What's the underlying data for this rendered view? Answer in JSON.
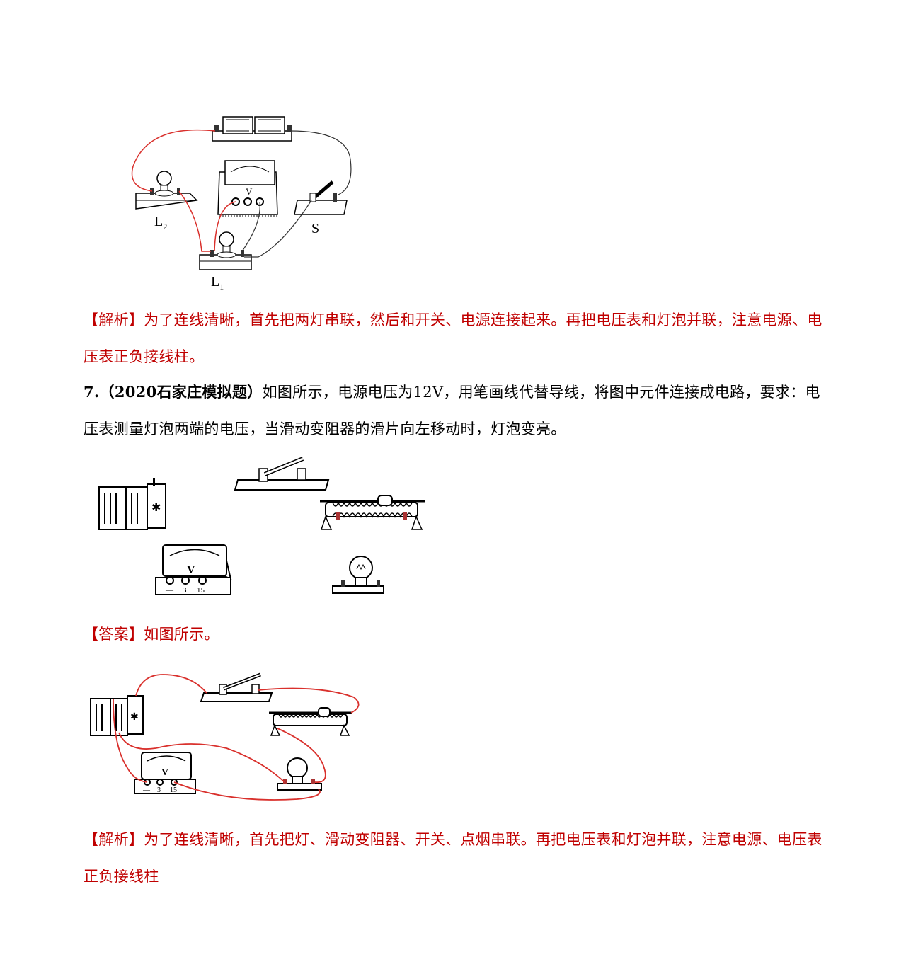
{
  "figure1": {
    "label_l2": "L",
    "label_l2_sub": "2",
    "label_l1": "L",
    "label_l1_sub": "1",
    "label_s": "S",
    "meter_letter": "V"
  },
  "analysis1": {
    "tag": "【解析】",
    "text": "为了连线清晰，首先把两灯串联，然后和开关、电源连接起来。再把电压表和灯泡并联，注意电源、电压表正负接线柱。"
  },
  "question7": {
    "number": "7.",
    "source": "（2020石家庄模拟题）",
    "text": "如图所示，电源电压为12V，用笔画线代替导线，将图中元件连接成电路，要求：电压表测量灯泡两端的电压，当滑动变阻器的滑片向左移动时，灯泡变亮。"
  },
  "figure2": {
    "meter_letter": "V",
    "meter_terminals": [
      "—",
      "3",
      "15"
    ]
  },
  "answer7": {
    "tag": "【答案】",
    "text": "如图所示。"
  },
  "figure3": {
    "meter_letter": "V",
    "meter_terminals": [
      "—",
      "3",
      "15"
    ]
  },
  "analysis7": {
    "tag": "【解析】",
    "text": "为了连线清晰，首先把灯、滑动变阻器、开关、点烟串联。再把电压表和灯泡并联，注意电源、电压表正负接线柱"
  }
}
